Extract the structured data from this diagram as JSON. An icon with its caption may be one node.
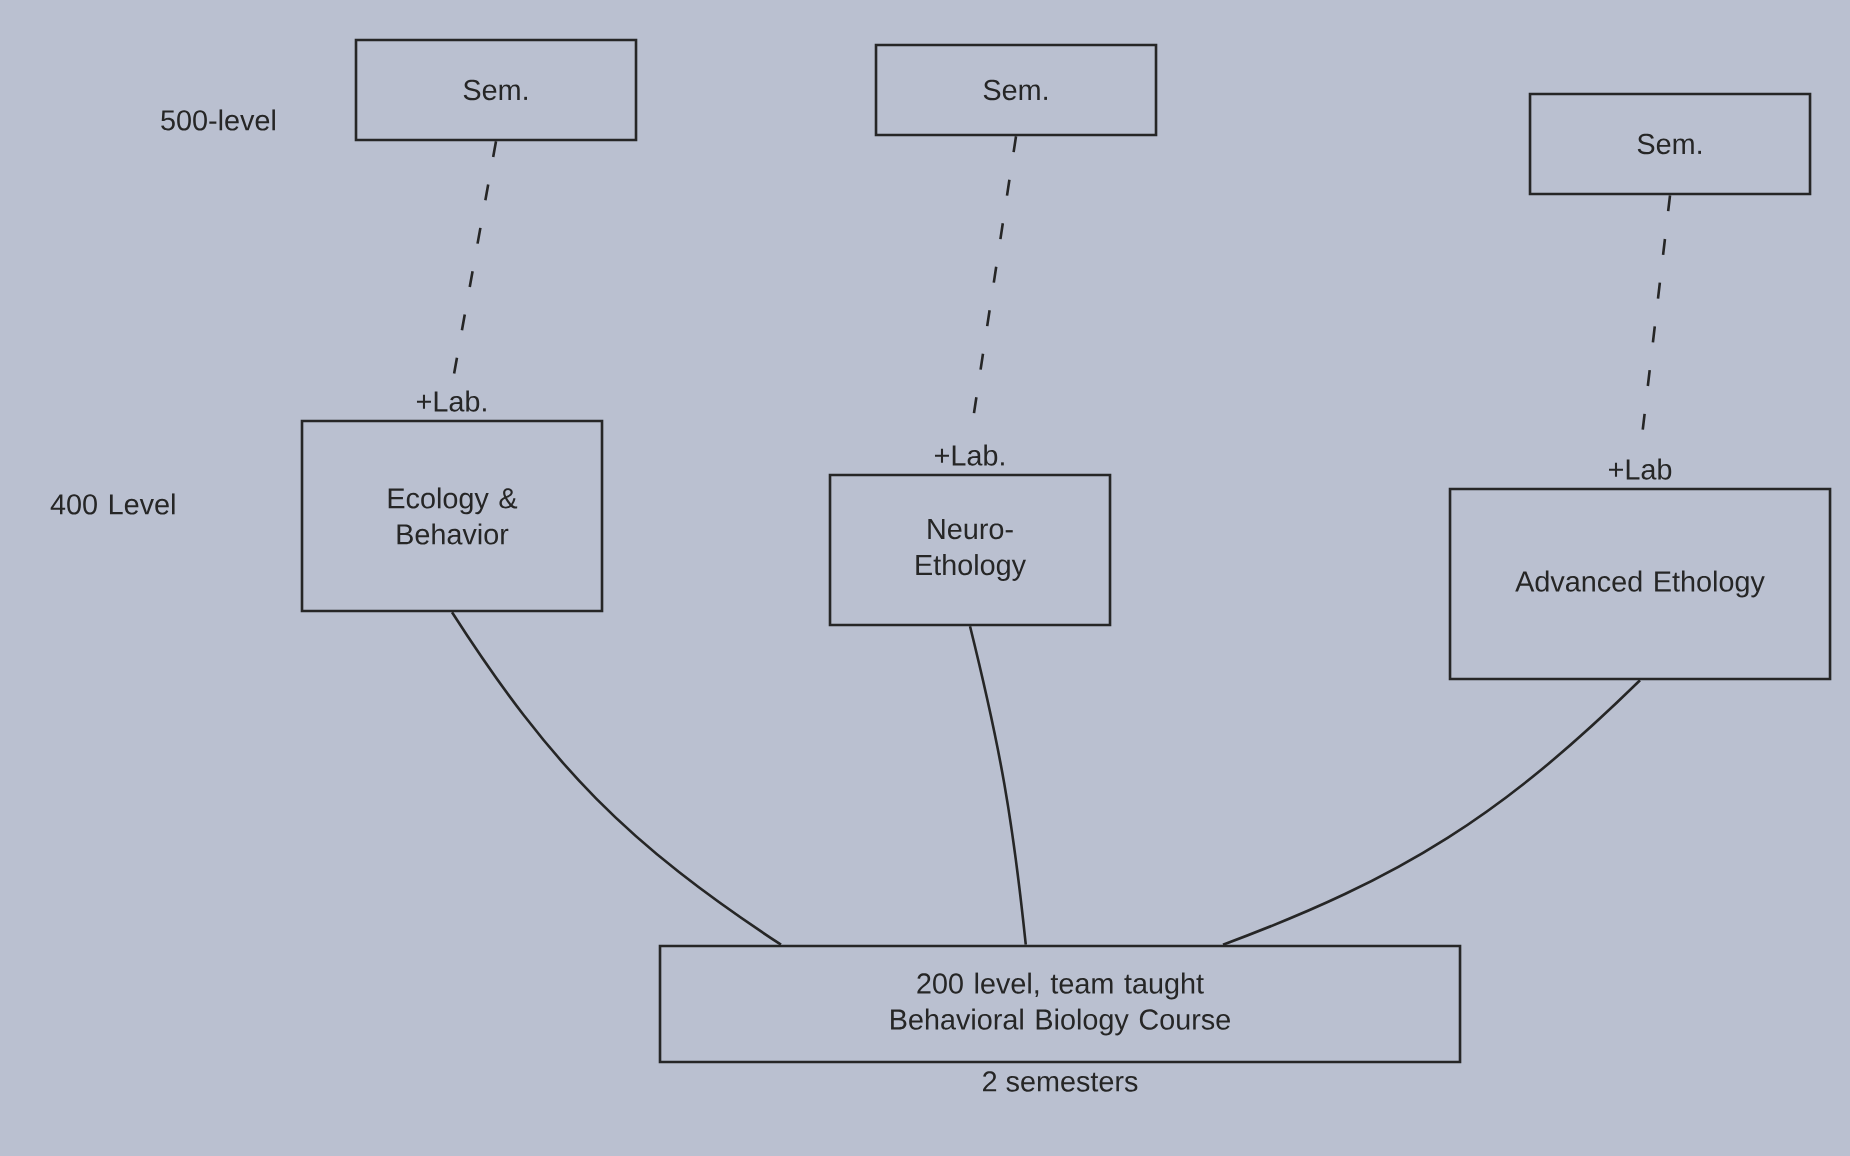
{
  "diagram": {
    "nodes": [
      {
        "text": [
          "Sem."
        ]
      },
      {
        "text": [
          "Sem."
        ]
      },
      {
        "text": [
          "Sem."
        ]
      },
      {
        "text": [
          "+Lab.",
          "Ecology & Behavior"
        ]
      },
      {
        "text": [
          "+Lab.",
          "Neuro-Ethology"
        ]
      },
      {
        "text": [
          "+Lab",
          "Advanced Ethology"
        ]
      },
      {
        "text": [
          "200 level, team taught Behavioral Biology Course"
        ],
        "beside": [
          "2 semesters"
        ]
      }
    ],
    "edges": [
      {
        "from": 0,
        "to": 3,
        "arrow": "none",
        "style": "dashed"
      },
      {
        "from": 1,
        "to": 4,
        "arrow": "none",
        "style": "dashed"
      },
      {
        "from": 2,
        "to": 5,
        "arrow": "none",
        "style": "dashed"
      },
      {
        "from": 6,
        "to": 3,
        "arrow": "none"
      },
      {
        "from": 6,
        "to": 4,
        "arrow": "none"
      },
      {
        "from": 6,
        "to": 5,
        "arrow": "none"
      }
    ],
    "labels": [
      "500-level",
      "400 Level"
    ]
  }
}
